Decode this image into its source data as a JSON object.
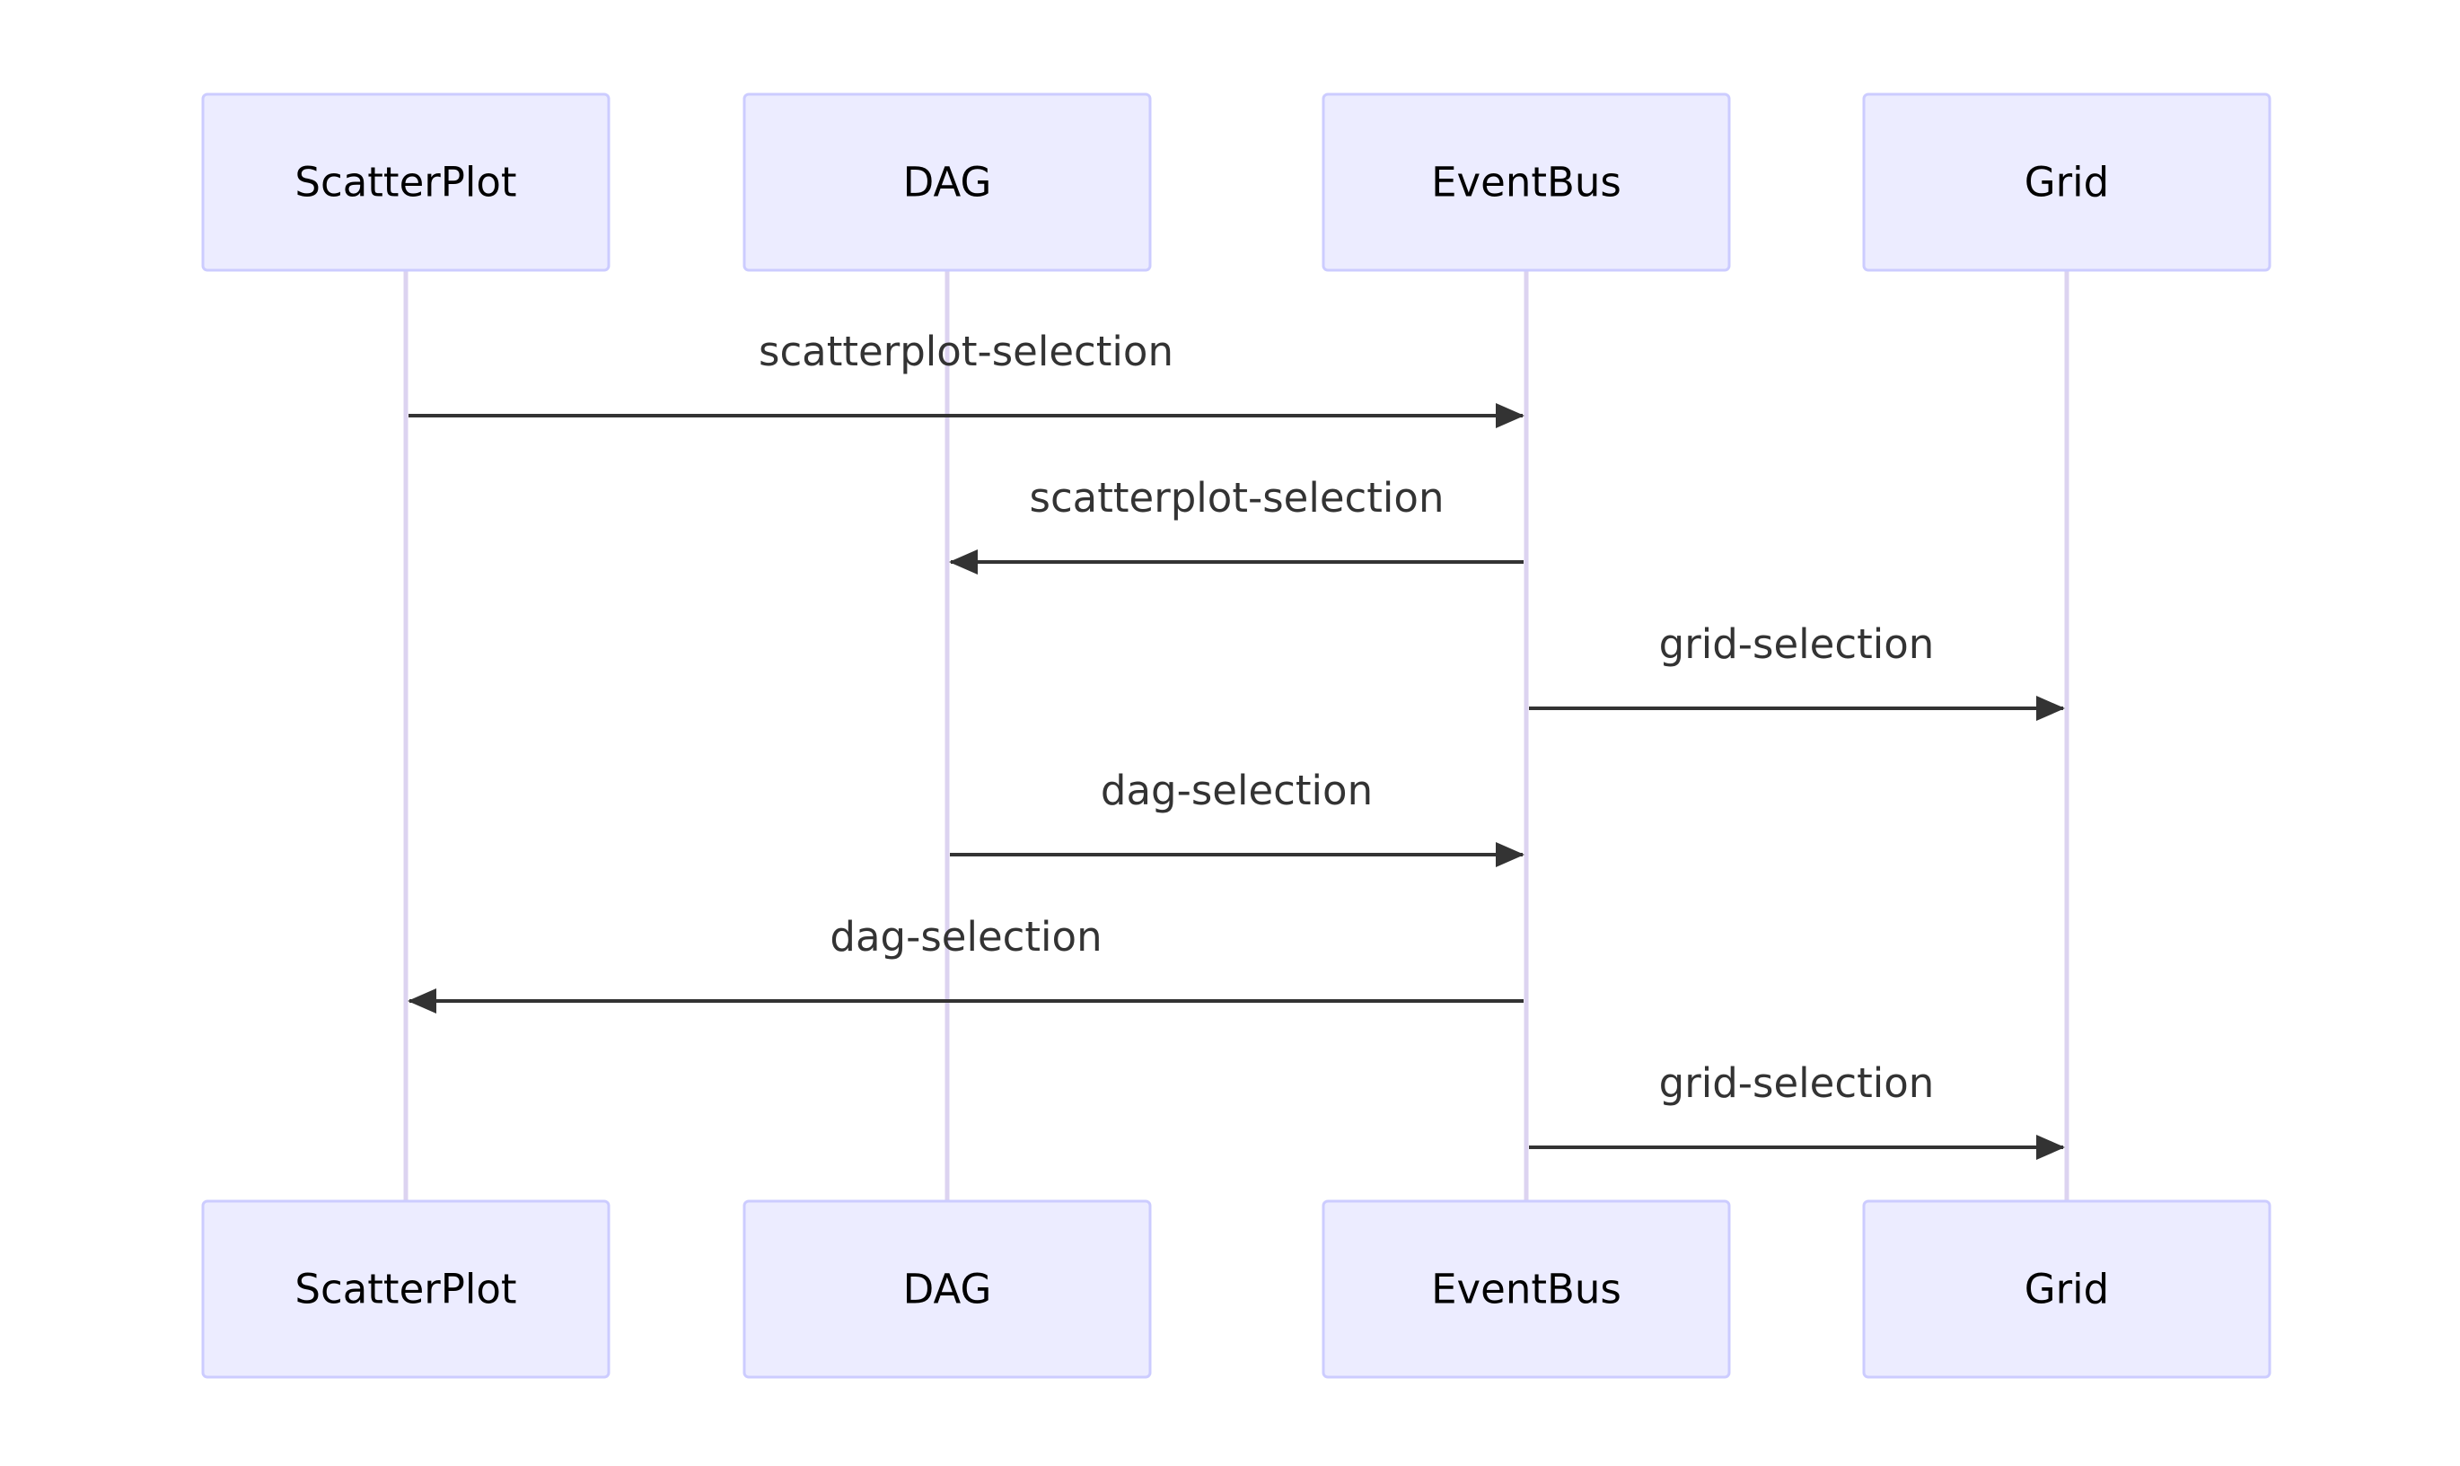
{
  "diagram": {
    "type": "sequence",
    "participants": [
      {
        "id": "scatterplot",
        "label": "ScatterPlot"
      },
      {
        "id": "dag",
        "label": "DAG"
      },
      {
        "id": "eventbus",
        "label": "EventBus"
      },
      {
        "id": "grid",
        "label": "Grid"
      }
    ],
    "messages": [
      {
        "from": "scatterplot",
        "to": "eventbus",
        "label": "scatterplot-selection"
      },
      {
        "from": "eventbus",
        "to": "dag",
        "label": "scatterplot-selection"
      },
      {
        "from": "eventbus",
        "to": "grid",
        "label": "grid-selection"
      },
      {
        "from": "dag",
        "to": "eventbus",
        "label": "dag-selection"
      },
      {
        "from": "eventbus",
        "to": "scatterplot",
        "label": "dag-selection"
      },
      {
        "from": "eventbus",
        "to": "grid",
        "label": "grid-selection"
      }
    ],
    "colors": {
      "actor_fill": "#ECECFF",
      "actor_border": "#CCCCFF",
      "lifeline": "#DCD3F0",
      "arrow": "#333333",
      "text": "#333333"
    }
  }
}
